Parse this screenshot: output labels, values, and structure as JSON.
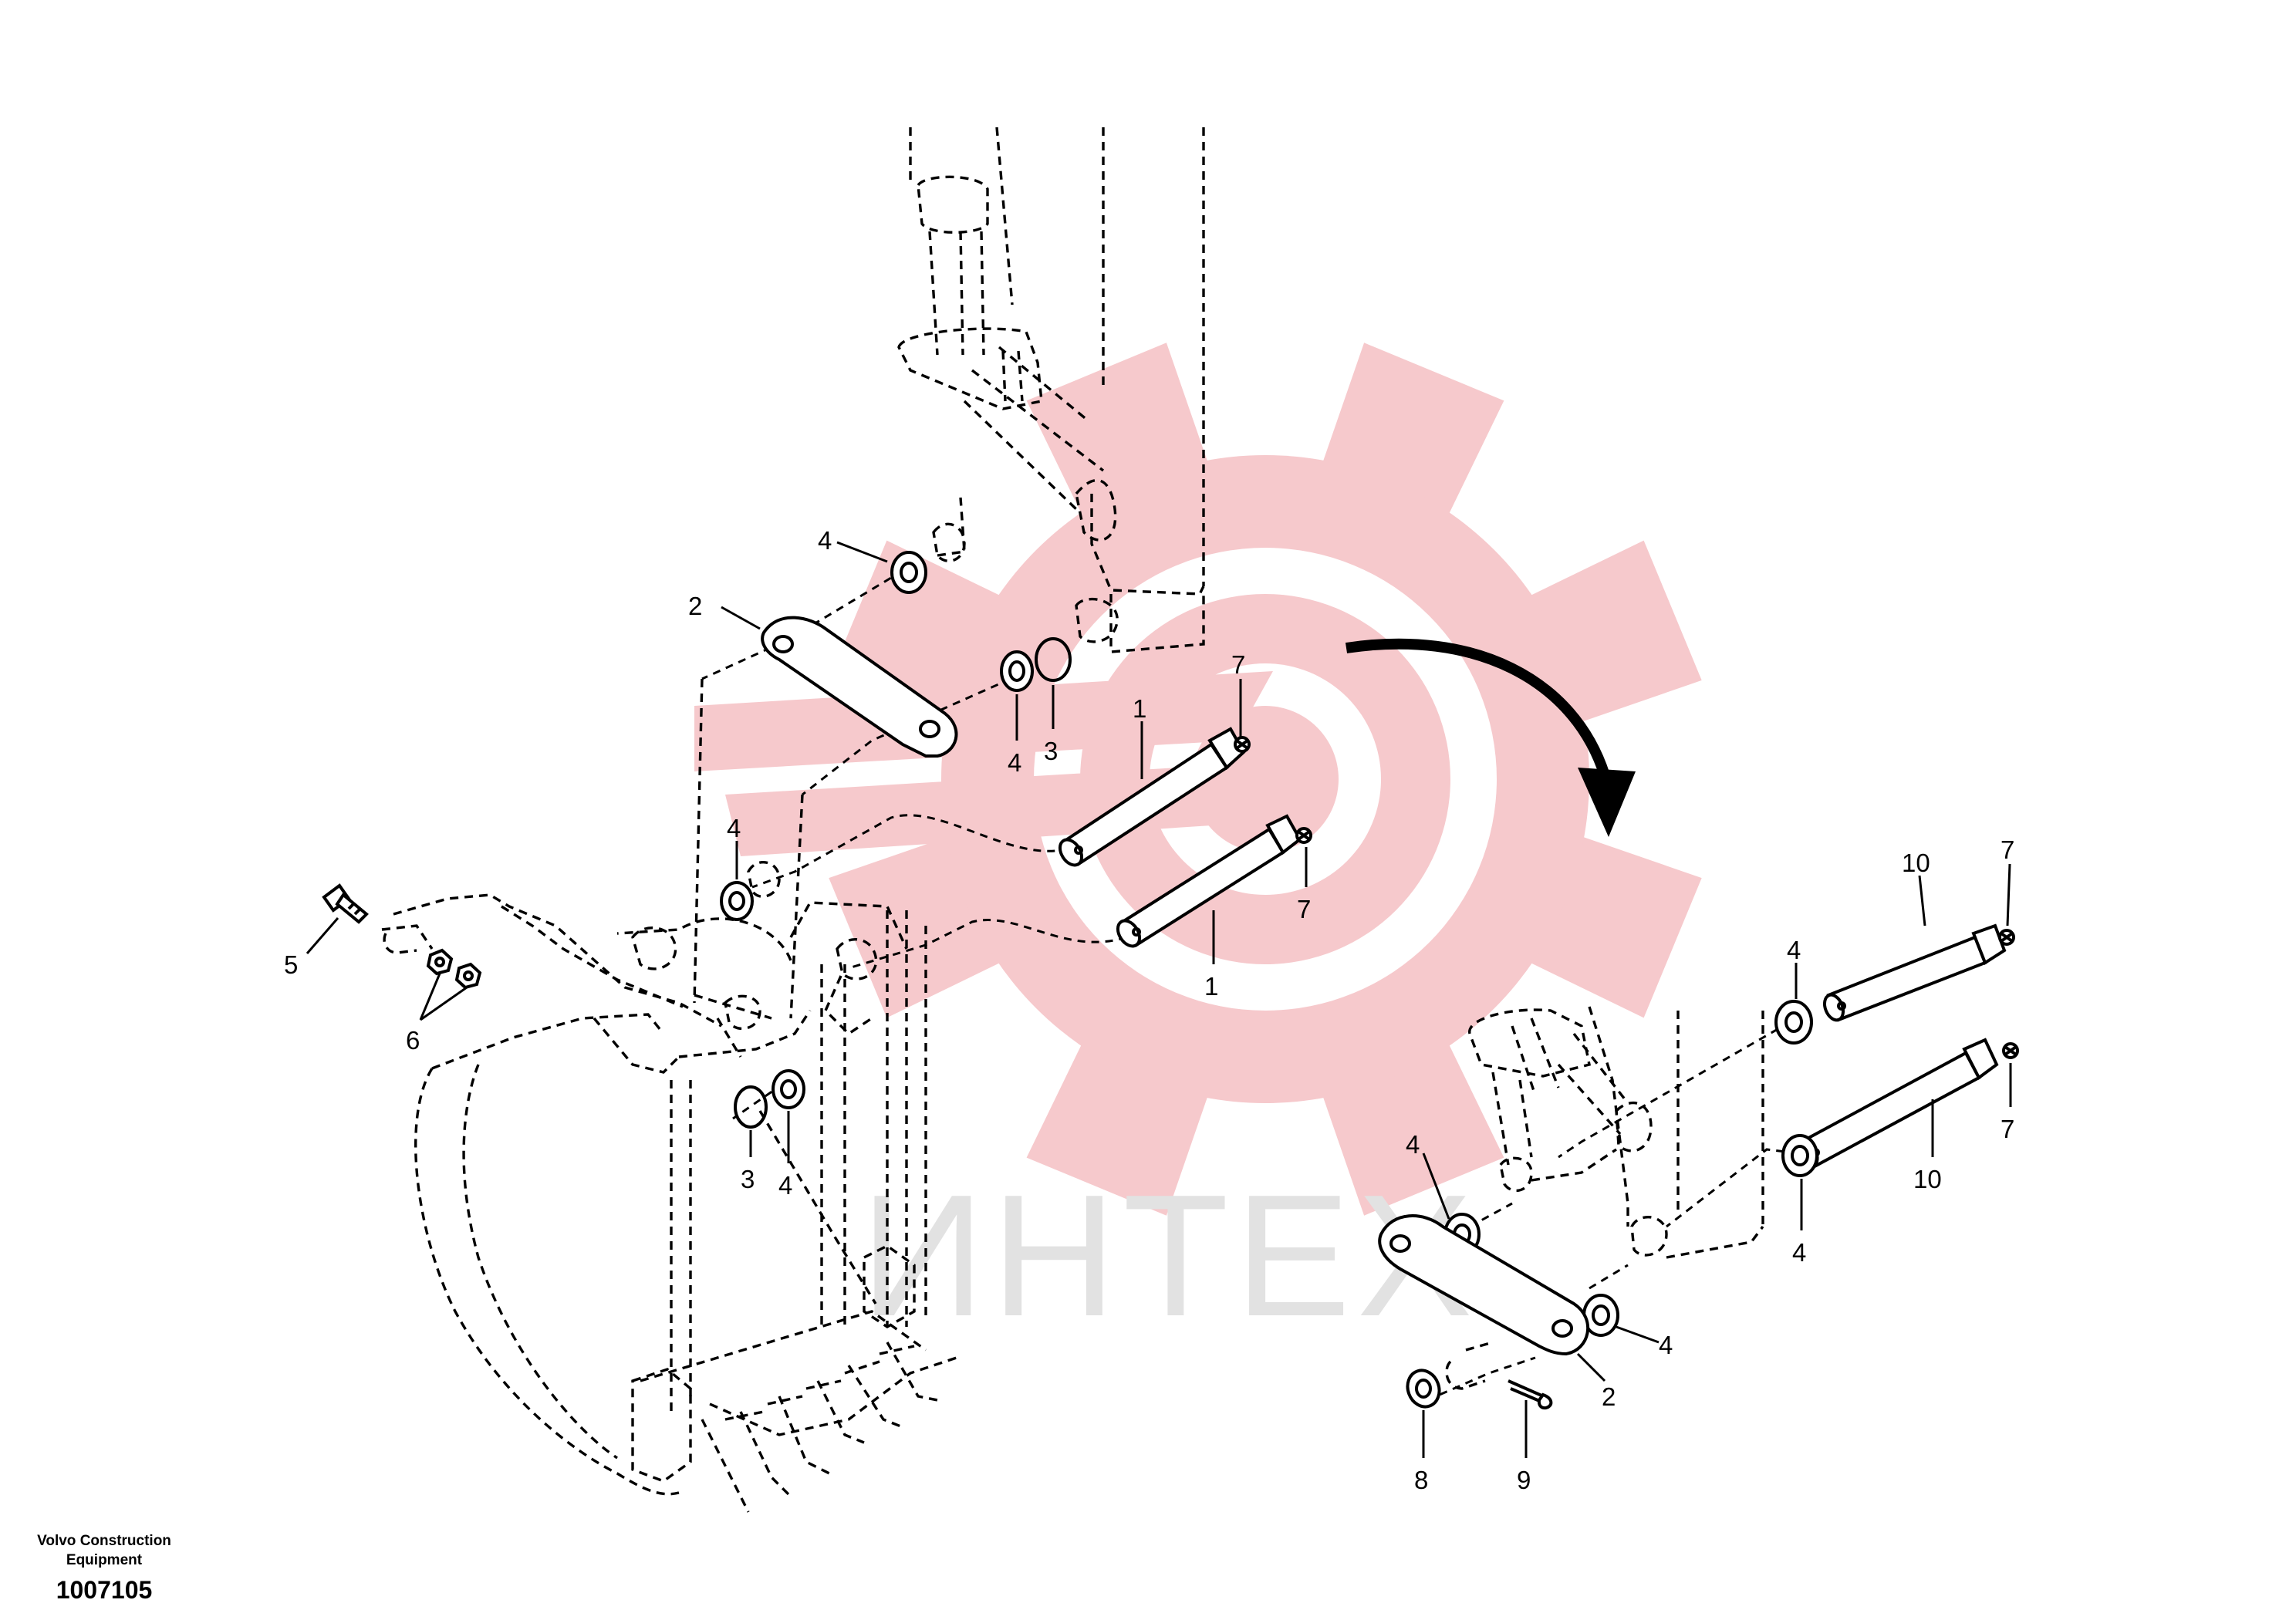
{
  "watermark": {
    "text": "ИНТЕХ",
    "color": "#f6c9cc",
    "text_color": "#e2e2e2"
  },
  "footer": {
    "brand": "Volvo Construction Equipment",
    "part_number": "1007105"
  },
  "callouts": {
    "c1a": "1",
    "c1b": "1",
    "c2a": "2",
    "c2b": "2",
    "c3a": "3",
    "c3b": "3",
    "c4a": "4",
    "c4b": "4",
    "c4c": "4",
    "c4d": "4",
    "c4e": "4",
    "c4f": "4",
    "c4g": "4",
    "c4h": "4",
    "c5": "5",
    "c6": "6",
    "c7a": "7",
    "c7b": "7",
    "c7c": "7",
    "c7d": "7",
    "c8": "8",
    "c9": "9",
    "c10a": "10",
    "c10b": "10"
  }
}
